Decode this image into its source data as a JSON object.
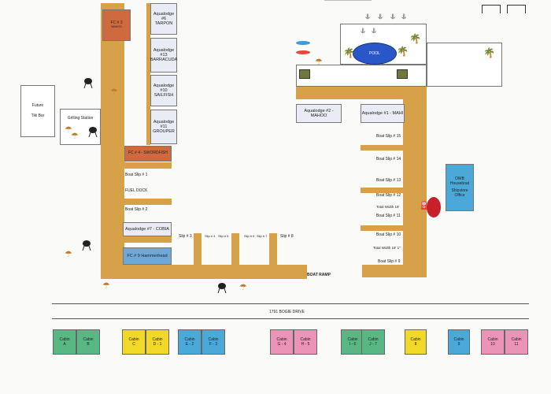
{
  "lodges": {
    "tarpon": {
      "line1": "Aqualodge",
      "line2": "#6",
      "line3": "TARPON"
    },
    "barracuda": {
      "line1": "Aqualodge",
      "line2": "#13",
      "line3": "BARRACUDA"
    },
    "sailfish": {
      "line1": "Aqualodge",
      "line2": "#10",
      "line3": "SAILFISH"
    },
    "grouper": {
      "line1": "Aqualodge",
      "line2": "#11",
      "line3": "GROUPER"
    },
    "mahoo": "Aqualodge #2 - MAHOO",
    "mahi": "Aqualodge #1 - MAHI",
    "cobia": "Aqualodge #7 - COBIA"
  },
  "fc": {
    "wahoo": {
      "line1": "FC # 3",
      "line2": "WAHOO"
    },
    "swordfish": "FC # 4 - SWORDFISH",
    "hammerhead": "FC # 9 Hammerhead"
  },
  "left_slips": [
    "Boat Slip # 1",
    "FUEL DOCK",
    "Boat Slip # 2"
  ],
  "right_slips": [
    "Boat Slip # 15",
    "Boat Slip # 14",
    "Boat Slip # 13",
    "Boat Slip # 12",
    "Total Width 19'",
    "Boat Slip # 11",
    "Boat Slip # 10",
    "Total Width 19' 1\"",
    "Boat Slip # 9"
  ],
  "bottom_slips": [
    "Slip # 3",
    "Slip # 4",
    "Slip # 5",
    "Slip # 6",
    "Slip # 7",
    "Slip # 8"
  ],
  "future_tiki": {
    "line1": "Future",
    "line2": "Tiki Bar"
  },
  "grilling_station": "Grilling Station",
  "pool": "POOL",
  "boat_ramp": "BOAT RAMP",
  "road": "1791 BOGIE DRIVE",
  "houseboat": {
    "line1": "OWB",
    "line2": "Houseboat",
    "line3": "Shipstore",
    "line4": "Office"
  },
  "cabins": [
    {
      "name": "Cabin",
      "id": "A",
      "color": "#58b783"
    },
    {
      "name": "Cabin",
      "id": "B",
      "color": "#58b783"
    },
    {
      "name": "Cabin",
      "id": "C",
      "color": "#f2d829"
    },
    {
      "name": "Cabin",
      "id": "D - 1",
      "color": "#f2d829"
    },
    {
      "name": "Cabin",
      "id": "E - 2",
      "color": "#4aa9d9"
    },
    {
      "name": "Cabin",
      "id": "F - 3",
      "color": "#4aa9d9"
    },
    {
      "name": "Cabin",
      "id": "G - 4",
      "color": "#ec94b8"
    },
    {
      "name": "Cabin",
      "id": "H - 5",
      "color": "#ec94b8"
    },
    {
      "name": "Cabin",
      "id": "I - 6",
      "color": "#58b783"
    },
    {
      "name": "Cabin",
      "id": "J - 7",
      "color": "#58b783"
    },
    {
      "name": "Cabin",
      "id": "8",
      "color": "#f2d829"
    },
    {
      "name": "Cabin",
      "id": "9",
      "color": "#4aa9d9"
    },
    {
      "name": "Cabin",
      "id": "10",
      "color": "#ec94b8"
    },
    {
      "name": "Cabin",
      "id": "11",
      "color": "#ec94b8"
    }
  ],
  "icons": {
    "umbrella": "umbrella-icon",
    "palm": "palm-tree-icon",
    "grill": "grill-icon",
    "chair": "lounge-chair-icon",
    "fuel": "fuel-pump-icon",
    "kayak": "kayak-icon"
  },
  "colors": {
    "dock": "#d7a14a",
    "pool": "#2a57c8",
    "fc": "#cf6a3f",
    "lodge": "#e9ecf4"
  }
}
